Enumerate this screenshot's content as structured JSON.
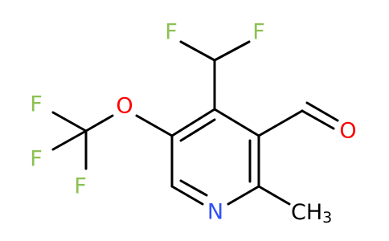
{
  "molecule": {
    "atoms": {
      "f_top_left": {
        "label": "F",
        "element": "F"
      },
      "f_top_right": {
        "label": "F",
        "element": "F"
      },
      "f_left_top": {
        "label": "F",
        "element": "F"
      },
      "f_left_mid": {
        "label": "F",
        "element": "F"
      },
      "f_left_bottom": {
        "label": "F",
        "element": "F"
      },
      "o_ether": {
        "label": "O",
        "element": "O"
      },
      "o_aldehyde": {
        "label": "O",
        "element": "O"
      },
      "n_ring": {
        "label": "N",
        "element": "N"
      },
      "methyl": {
        "label": "CH",
        "subscript": "3",
        "element": "C"
      }
    },
    "colors": {
      "bond": "#000000",
      "fluorine": "#8cc152",
      "oxygen": "#ff0000",
      "nitrogen": "#3050f8",
      "carbon": "#000000"
    }
  }
}
